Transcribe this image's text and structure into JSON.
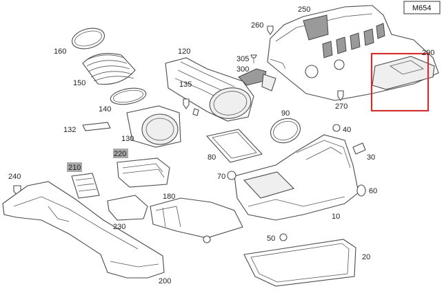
{
  "diagram_code": "M654",
  "highlight_color": "#d32f2f",
  "labels": {
    "p10": "10",
    "p20": "20",
    "p30": "30",
    "p40": "40",
    "p50": "50",
    "p60": "60",
    "p70": "70",
    "p80": "80",
    "p90": "90",
    "p120": "120",
    "p130": "130",
    "p132": "132",
    "p135": "135",
    "p140": "140",
    "p150": "150",
    "p160": "160",
    "p180": "180",
    "p200": "200",
    "p210": "210",
    "p220": "220",
    "p230": "230",
    "p240": "240",
    "p250": "250",
    "p260": "260",
    "p270": "270",
    "p290": "290",
    "p300": "300",
    "p305": "305"
  }
}
